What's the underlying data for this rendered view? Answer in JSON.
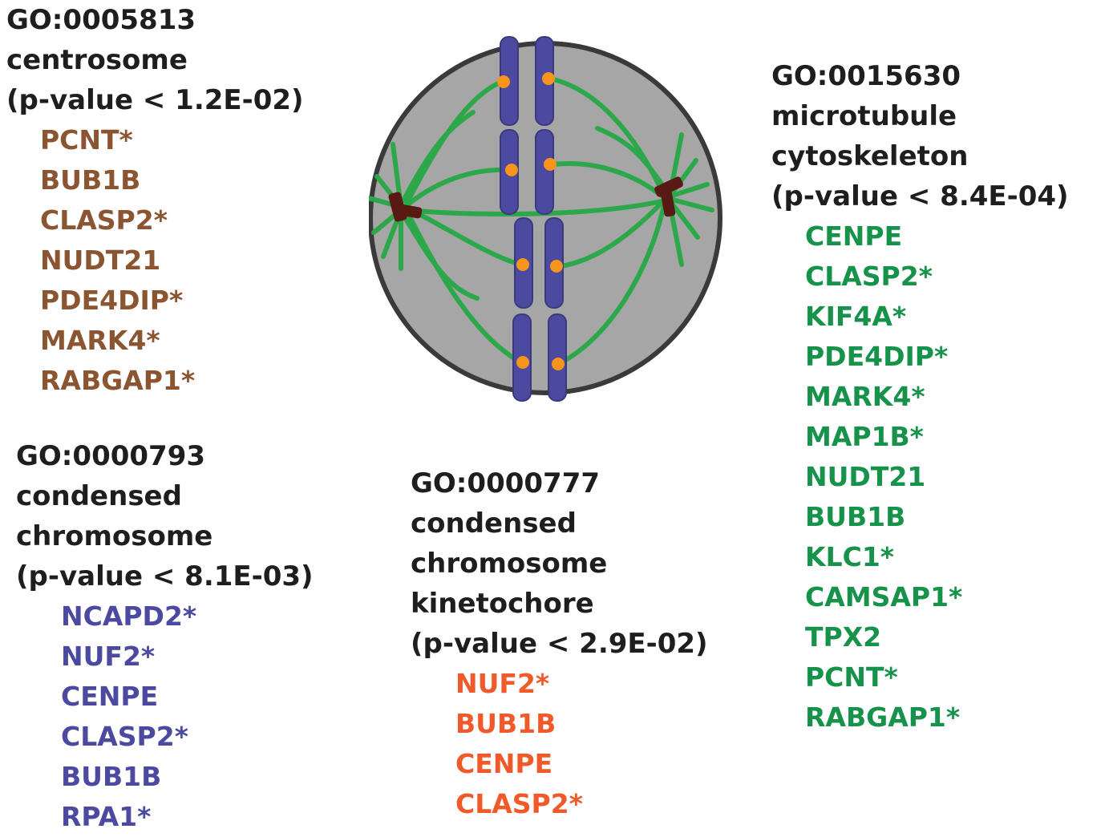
{
  "groups": {
    "centrosome": {
      "go_id": "GO:0005813",
      "term_lines": [
        "centrosome"
      ],
      "pvalue": "(p-value < 1.2E-02)",
      "color": "#8a5530",
      "genes": [
        "PCNT*",
        "BUB1B",
        "CLASP2*",
        "NUDT21",
        "PDE4DIP*",
        "MARK4*",
        "RABGAP1*"
      ]
    },
    "microtubule": {
      "go_id": "GO:0015630",
      "term_lines": [
        "microtubule",
        "cytoskeleton"
      ],
      "pvalue": "(p-value < 8.4E-04)",
      "color": "#17924a",
      "genes": [
        "CENPE",
        "CLASP2*",
        "KIF4A*",
        "PDE4DIP*",
        "MARK4*",
        "MAP1B*",
        "NUDT21",
        "BUB1B",
        "KLC1*",
        "CAMSAP1*",
        "TPX2",
        "PCNT*",
        "RABGAP1*"
      ]
    },
    "condensed": {
      "go_id": "GO:0000793",
      "term_lines": [
        "condensed",
        "chromosome"
      ],
      "pvalue": "(p-value < 8.1E-03)",
      "color": "#4b4aa0",
      "genes": [
        "NCAPD2*",
        "NUF2*",
        "CENPE",
        "CLASP2*",
        "BUB1B",
        "RPA1*"
      ]
    },
    "kinetochore": {
      "go_id": "GO:0000777",
      "term_lines": [
        "condensed",
        "chromosome",
        "kinetochore"
      ],
      "pvalue": "(p-value < 2.9E-02)",
      "color": "#f0592a",
      "genes": [
        "NUF2*",
        "BUB1B",
        "CENPE",
        "CLASP2*"
      ]
    }
  },
  "cell_colors": {
    "cytoplasm": "#a6a6a6",
    "membrane": "#3a3a3a",
    "chromosome": "#4b4aa0",
    "kinetochore": "#f7941d",
    "microtubule": "#2ca84a",
    "centrosome": "#5a1a14"
  }
}
